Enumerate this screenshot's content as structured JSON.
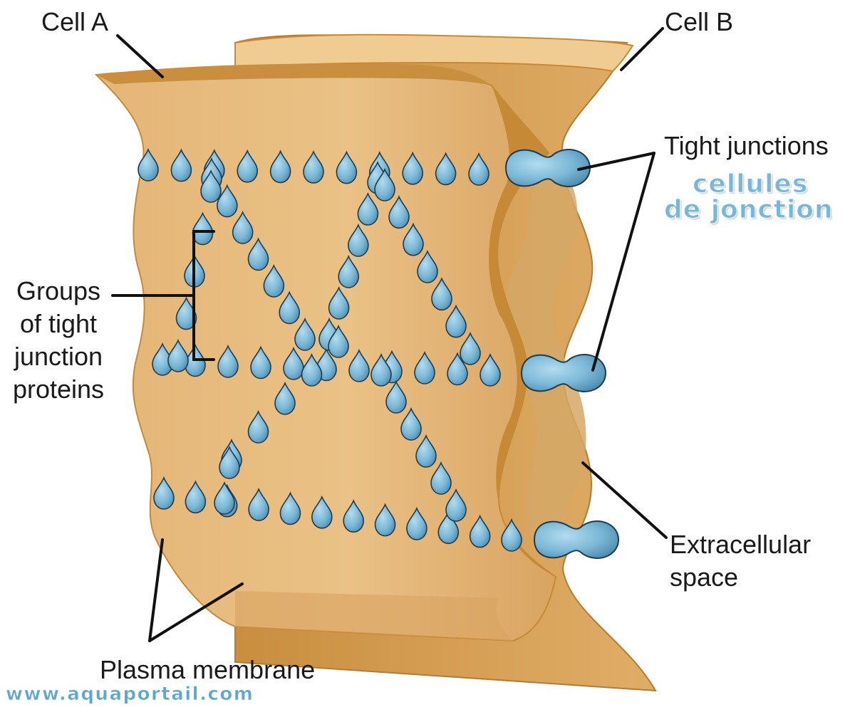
{
  "labels": {
    "cell_a": "Cell A",
    "cell_b": "Cell B",
    "tight_junctions": "Tight junctions",
    "groups": [
      "Groups",
      "of tight",
      "junction",
      "proteins"
    ],
    "extracellular": [
      "Extracellular",
      "space"
    ],
    "plasma_membrane": "Plasma membrane"
  },
  "overlay": {
    "french_line1": "cellules",
    "french_line2": "de jonction",
    "website": "www.aquaportail.com"
  },
  "colors": {
    "membrane_fill": "#e5b977",
    "membrane_edge": "#c68a36",
    "protein_fill": "#78b7d6",
    "protein_edge": "#1f3c4f",
    "leader_line": "#111111",
    "french_text": "#7ab6d6",
    "website_text": "#5fa7d0"
  }
}
